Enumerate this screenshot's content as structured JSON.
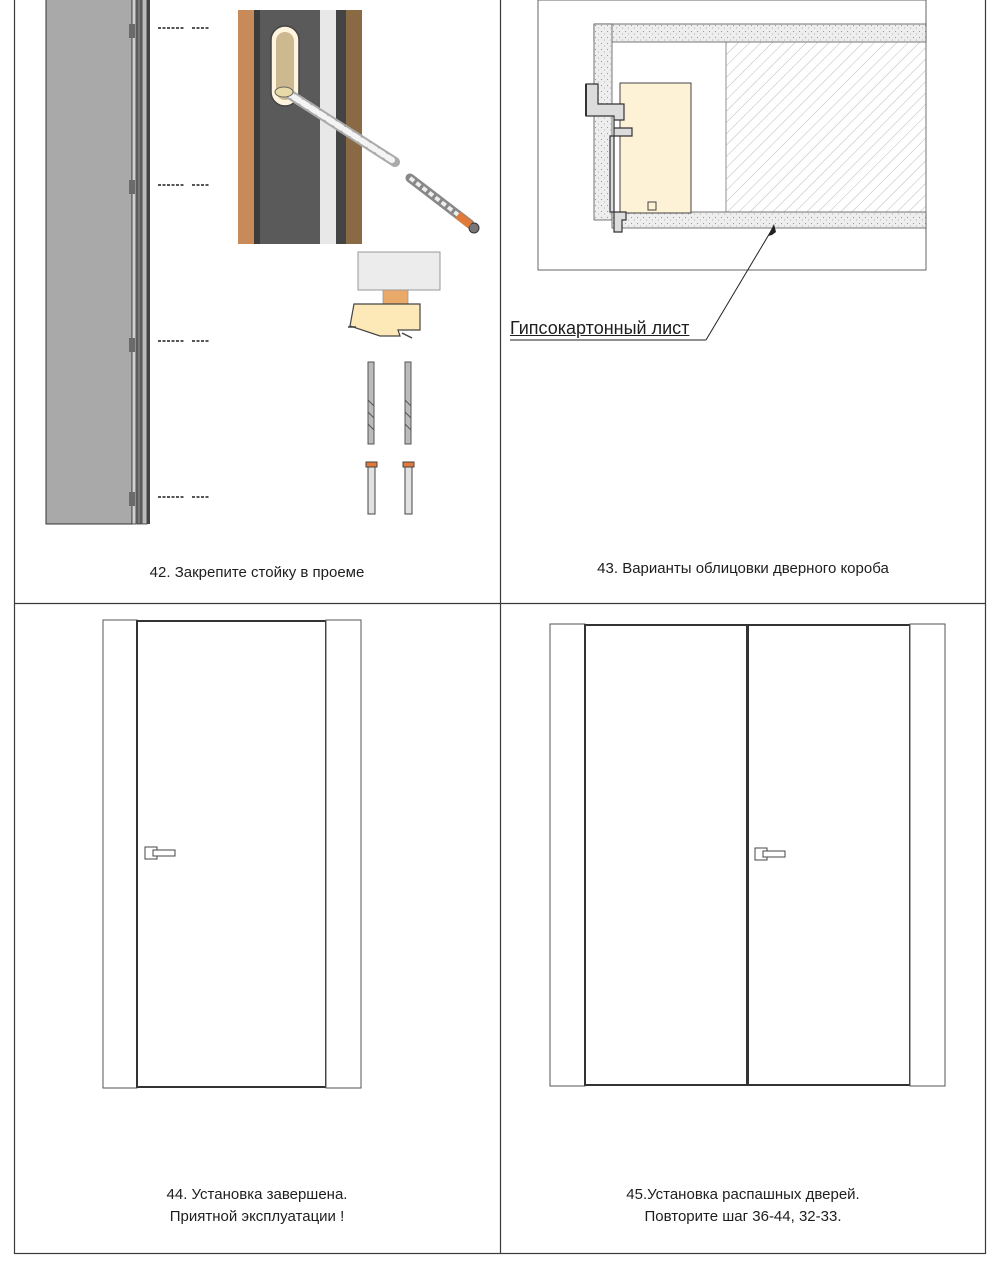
{
  "steps": [
    {
      "caption": "42. Закрепите стойку в проеме"
    },
    {
      "caption": "43. Варианты облицовки дверного короба",
      "callout": "Гипсокартонный лист"
    },
    {
      "caption_line1": "44. Установка завершена.",
      "caption_line2": "Приятной эксплуатации !"
    },
    {
      "caption_line1": "45.Установка распашных дверей.",
      "caption_line2": "Повторите шаг 36-44, 32-33."
    }
  ],
  "colors": {
    "border": "#3a3a3a",
    "panel_gray": "#a9a9a9",
    "wood": "#c98a5a",
    "steel_dark": "#5a5a5a",
    "insert_beige": "#fdf1d6",
    "plaster": "#e6e6e6"
  }
}
